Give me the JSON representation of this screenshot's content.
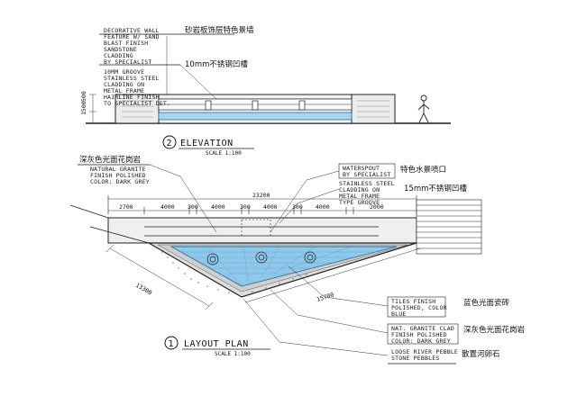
{
  "elevation": {
    "title": "ELEVATION",
    "number": "2",
    "scale": "SCALE 1:100",
    "note_wall": [
      "DECORATIVE WALL",
      "FEATURE W/ SAND",
      "BLAST FINISH",
      "SANDSTONE",
      "CLADDING",
      "BY SPECIALIST"
    ],
    "note_wall_cn": "砂岩板饰层特色景墙",
    "note_steel": [
      "10MM GROOVE",
      "STAINLESS STEEL",
      "CLADDING ON",
      "METAL FRAME",
      "HAIRLINE FINISH",
      "TO SPECIALIST DET."
    ],
    "note_steel_cn": "10mm不锈钢凹槽",
    "height_dim": "1500",
    "height_dim2": "500"
  },
  "layout": {
    "title": "LAYOUT PLAN",
    "number": "1",
    "scale": "SCALE 1:100",
    "overall_dim": "23200",
    "dims": [
      "2700",
      "4000",
      "300",
      "4000",
      "300",
      "4000",
      "300",
      "4000",
      "2000"
    ],
    "side_dim_left": "13300",
    "side_dim_right": "15700"
  },
  "annotations": {
    "granite_cn": "深灰色光面花岗岩",
    "granite_en": [
      "NATURAL GRANITE",
      "FINISH POLISHED",
      "COLOR: DARK GREY"
    ],
    "waterspout_en": [
      "WATERSPOUT",
      "BY SPECIALIST"
    ],
    "waterspout_cn": "特色水景喷口",
    "steel_en": [
      "STAINLESS STEEL",
      "CLADDING ON",
      "METAL FRAME",
      "TYPE GROOVE"
    ],
    "steel_cn": "15mm不锈钢凹槽",
    "tiles_en": [
      "TILES FINISH",
      "POLISHED, COLOR",
      "BLUE"
    ],
    "tiles_cn": "蓝色光面瓷砖",
    "granite2_en": [
      "NAT. GRANITE CLAD",
      "FINISH POLISHED",
      "COLOR: DARK GREY"
    ],
    "granite2_cn": "深灰色光面花岗岩",
    "pebble_en": [
      "LOOSE RIVER PEBBLE",
      "STONE PEBBLES"
    ],
    "pebble_cn": "散置河卵石"
  }
}
